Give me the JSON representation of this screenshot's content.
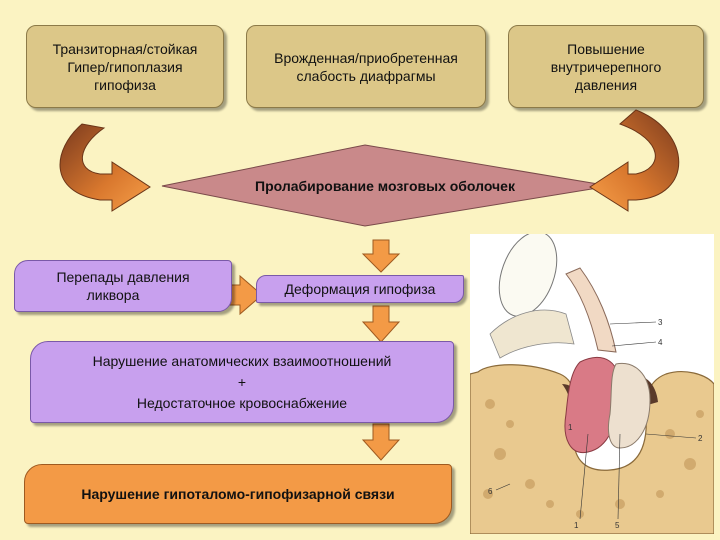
{
  "boxes": {
    "top_left": [
      "Транзиторная/стойкая",
      "Гипер/гипоплазия",
      "гипофиза"
    ],
    "top_center": [
      "Врожденная/приобретенная",
      "слабость диафрагмы"
    ],
    "top_right": [
      "Повышение",
      "внутричерепного",
      "давления"
    ],
    "prolapse": "Пролабирование мозговых оболочек",
    "pressure": [
      "Перепады давления",
      "ликвора"
    ],
    "deformation": "Деформация гипофиза",
    "disruption": [
      "Нарушение анатомических взаимоотношений",
      "+",
      "Недостаточное кровоснабжение"
    ],
    "result": "Нарушение гипоталомо-гипофизарной связи"
  },
  "illustration_labels": [
    "3",
    "4",
    "2",
    "1",
    "5",
    "6",
    "1"
  ],
  "colors": {
    "background": "#FBF3C2",
    "tan": "#DCC788",
    "lavender": "#C8A0EE",
    "orange": "#F39A46",
    "prolapse_fill": "#C9898A",
    "curved_arrow_dark": "#7A3A1E"
  }
}
